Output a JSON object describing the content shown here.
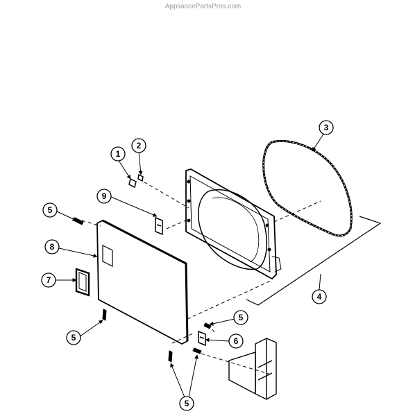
{
  "watermark": "AppliancePartsPros.com",
  "callouts": {
    "c1": "1",
    "c2": "2",
    "c3": "3",
    "c4": "4",
    "c5a": "5",
    "c5b": "5",
    "c5c": "5",
    "c5d": "5",
    "c6": "6",
    "c7": "7",
    "c8": "8",
    "c9": "9"
  }
}
